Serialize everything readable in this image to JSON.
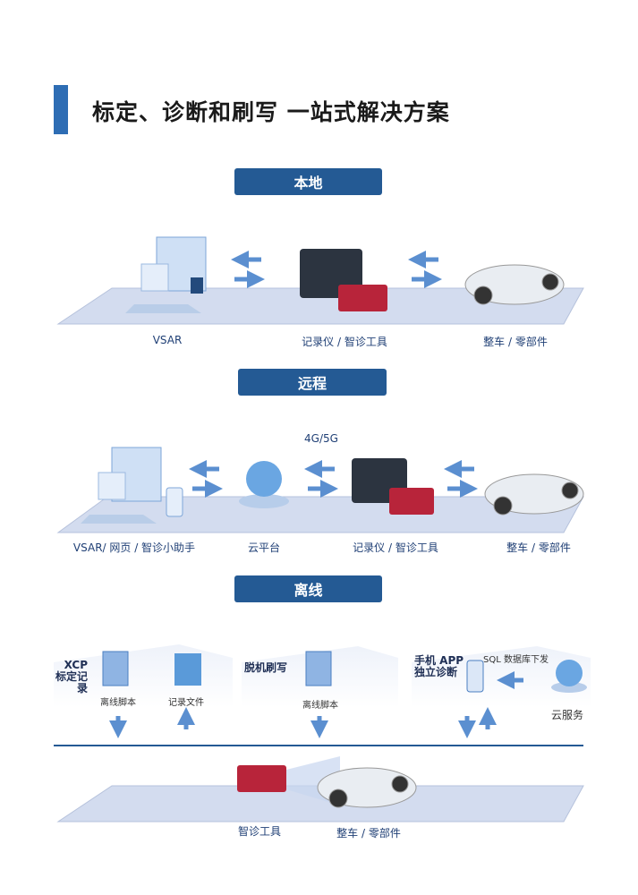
{
  "title": "标定、诊断和刷写 一站式解决方案",
  "local": {
    "heading": "本地",
    "labels": [
      "VSAR",
      "记录仪 / 智诊工具",
      "整车 / 零部件"
    ]
  },
  "remote": {
    "heading": "远程",
    "network": "4G/5G",
    "labels": [
      "VSAR/ 网页 / 智诊小助手",
      "云平台",
      "记录仪 / 智诊工具",
      "整车 / 零部件"
    ]
  },
  "offline": {
    "heading": "离线",
    "xcp": {
      "title_line1": "XCP",
      "title_line2": "标定记录",
      "script": "离线脚本",
      "file": "记录文件"
    },
    "flash": {
      "title": "脱机刷写",
      "script": "离线脚本"
    },
    "app": {
      "title_line1": "手机 APP",
      "title_line2": "独立诊断",
      "sql": "SQL 数据库下发",
      "cloud": "云服务"
    },
    "bottom_labels": [
      "智诊工具",
      "整车 / 零部件"
    ]
  },
  "colors": {
    "accent": "#245a94",
    "platform": "#d3dcef",
    "arrow": "#5b8fd0"
  }
}
